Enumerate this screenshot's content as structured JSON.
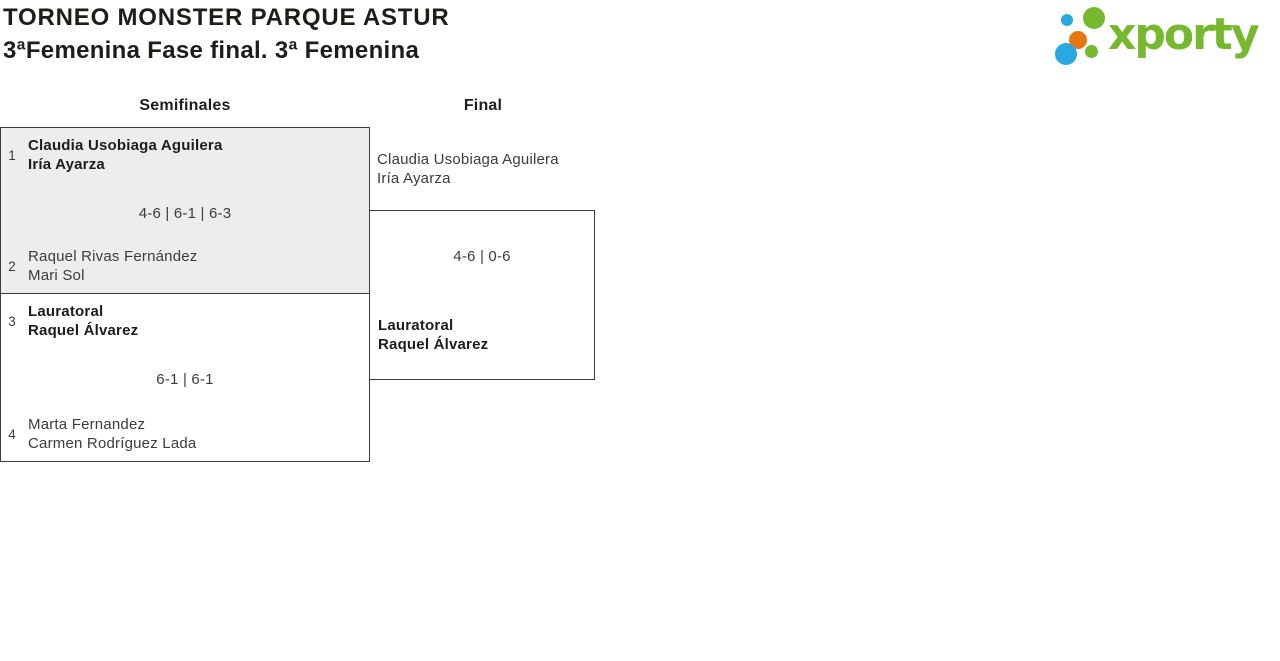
{
  "header": {
    "title": "TORNEO MONSTER PARQUE ASTUR",
    "subtitle": "3ªFemenina Fase final. 3ª Femenina"
  },
  "logo": {
    "wordmark": "xporty",
    "colors": {
      "green": "#76b82e",
      "blue": "#29a9e0",
      "orange": "#e87711"
    }
  },
  "bracket": {
    "round_headers": {
      "semifinals": "Semifinales",
      "final": "Final"
    },
    "semifinals": [
      {
        "team1": {
          "seed": "1",
          "players": [
            "Claudia Usobiaga Aguilera",
            "Iría Ayarza"
          ],
          "winner": true
        },
        "score": "4-6 | 6-1 | 6-3",
        "team2": {
          "seed": "2",
          "players": [
            "Raquel Rivas Fernández",
            "Mari Sol"
          ],
          "winner": false
        }
      },
      {
        "team1": {
          "seed": "3",
          "players": [
            "Lauratoral",
            "Raquel Álvarez"
          ],
          "winner": true
        },
        "score": "6-1 | 6-1",
        "team2": {
          "seed": "4",
          "players": [
            "Marta Fernandez",
            "Carmen Rodríguez Lada"
          ],
          "winner": false
        }
      }
    ],
    "final": {
      "team1": {
        "players": [
          "Claudia Usobiaga Aguilera",
          "Iría Ayarza"
        ],
        "winner": false
      },
      "score": "4-6 | 0-6",
      "team2": {
        "players": [
          "Lauratoral",
          "Raquel Álvarez"
        ],
        "winner": true
      }
    }
  }
}
